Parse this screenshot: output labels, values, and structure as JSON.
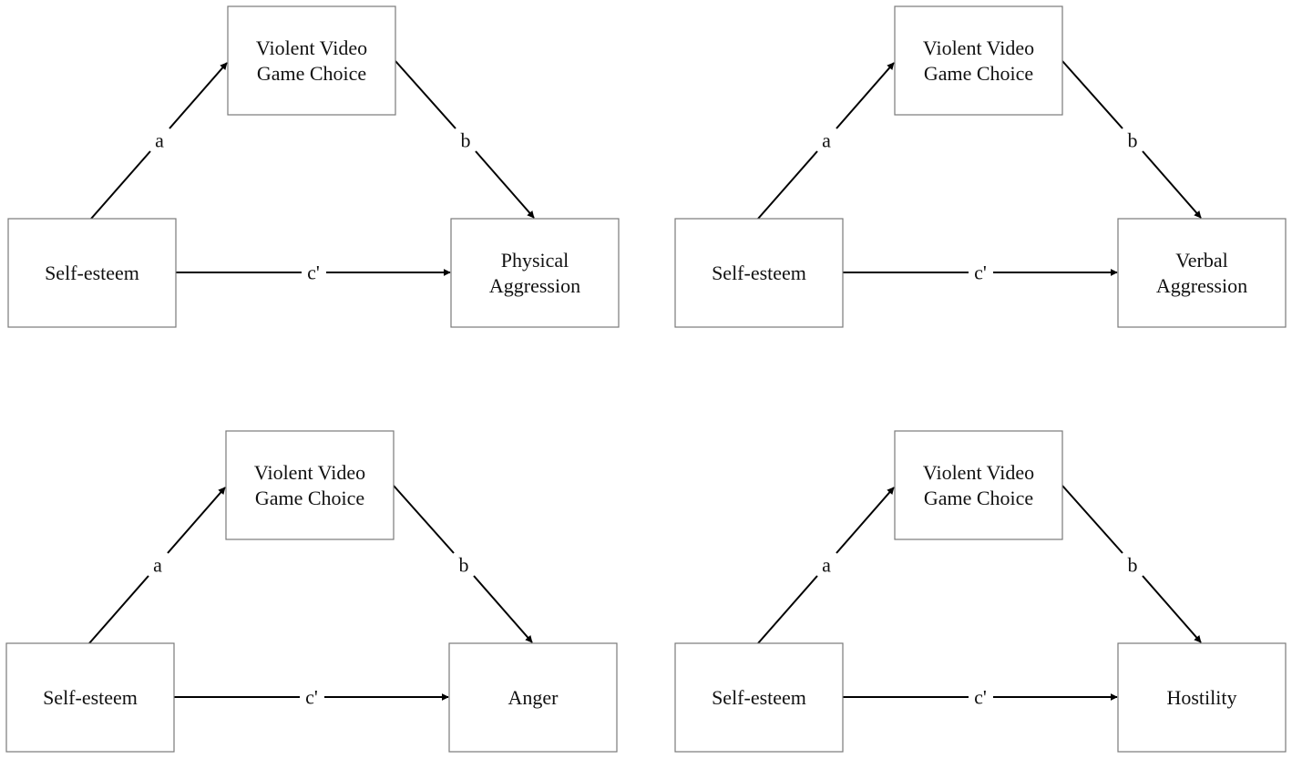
{
  "panels": [
    {
      "mediator": [
        "Violent Video",
        "Game Choice"
      ],
      "predictor": [
        "Self-esteem"
      ],
      "outcome": [
        "Physical",
        "Aggression"
      ],
      "paths": {
        "a": "a",
        "b": "b",
        "c": "c'"
      }
    },
    {
      "mediator": [
        "Violent Video",
        "Game Choice"
      ],
      "predictor": [
        "Self-esteem"
      ],
      "outcome": [
        "Verbal",
        "Aggression"
      ],
      "paths": {
        "a": "a",
        "b": "b",
        "c": "c'"
      }
    },
    {
      "mediator": [
        "Violent Video",
        "Game Choice"
      ],
      "predictor": [
        "Self-esteem"
      ],
      "outcome": [
        "Anger"
      ],
      "paths": {
        "a": "a",
        "b": "b",
        "c": "c'"
      }
    },
    {
      "mediator": [
        "Violent Video",
        "Game Choice"
      ],
      "predictor": [
        "Self-esteem"
      ],
      "outcome": [
        "Hostility"
      ],
      "paths": {
        "a": "a",
        "b": "b",
        "c": "c'"
      }
    }
  ]
}
